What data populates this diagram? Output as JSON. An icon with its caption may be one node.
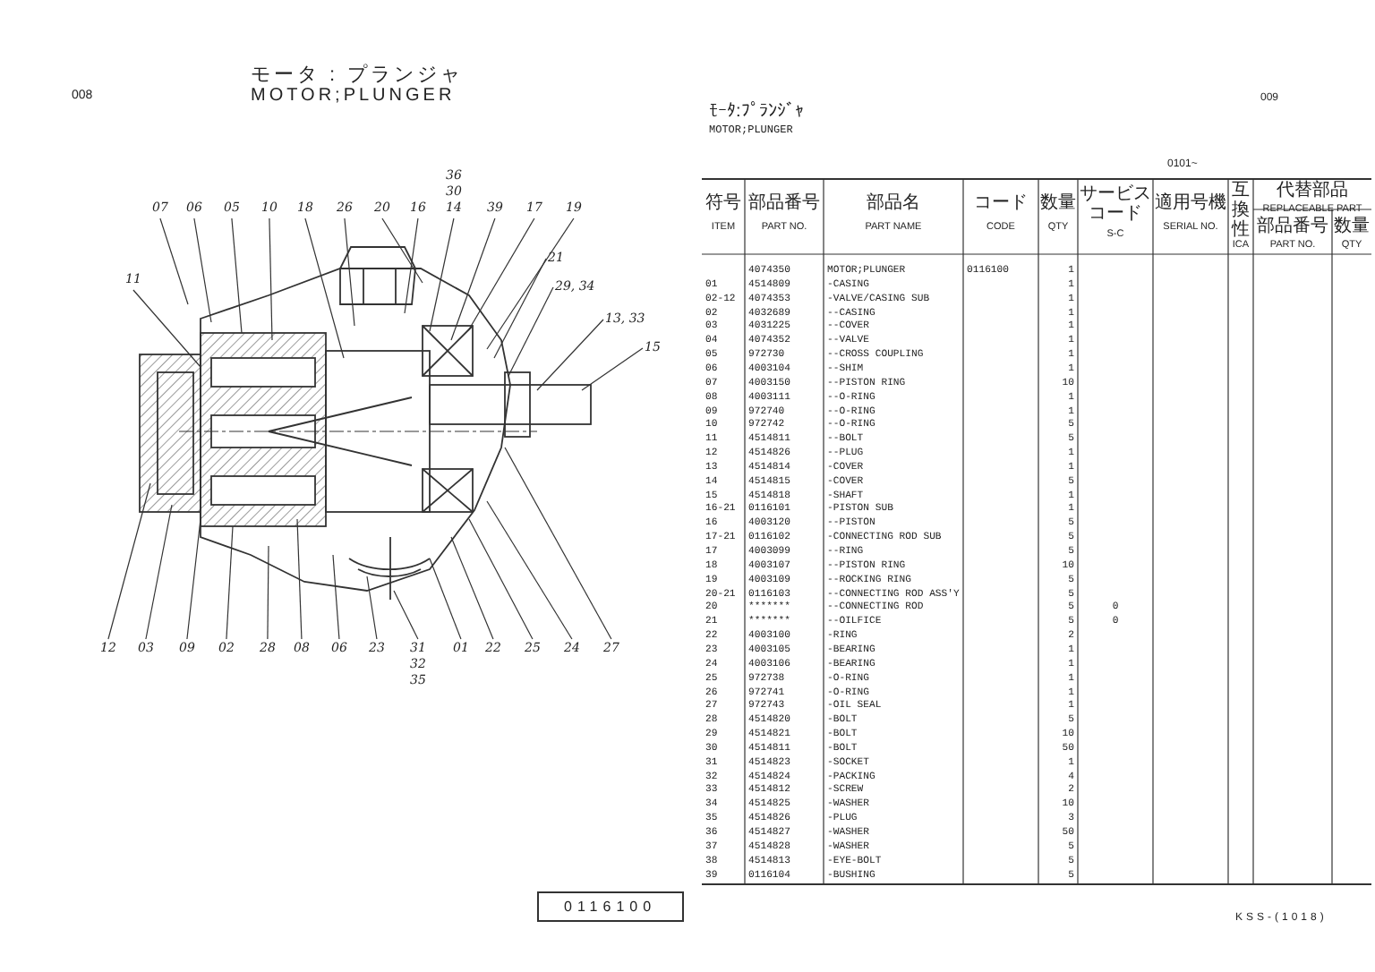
{
  "diagram": {
    "title": "モータ : プランジャ",
    "nodes": [
      {
        "text": [
          "07"
        ]
      },
      {
        "text": [
          "06"
        ]
      },
      {
        "text": [
          "05"
        ]
      },
      {
        "text": [
          "10"
        ]
      },
      {
        "text": [
          "18"
        ]
      },
      {
        "text": [
          "26"
        ]
      },
      {
        "text": [
          "20"
        ]
      },
      {
        "text": [
          "16"
        ]
      },
      {
        "text": [
          "36",
          "30",
          "14"
        ]
      },
      {
        "text": [
          "39"
        ]
      },
      {
        "text": [
          "17"
        ]
      },
      {
        "text": [
          "19"
        ]
      },
      {
        "text": [
          "21"
        ]
      },
      {
        "text": [
          "29, 34"
        ]
      },
      {
        "text": [
          "13, 33"
        ]
      },
      {
        "text": [
          "15"
        ]
      },
      {
        "text": [
          "11"
        ]
      },
      {
        "text": [
          "12"
        ]
      },
      {
        "text": [
          "03"
        ]
      },
      {
        "text": [
          "09"
        ]
      },
      {
        "text": [
          "02"
        ]
      },
      {
        "text": [
          "28"
        ]
      },
      {
        "text": [
          "08"
        ]
      },
      {
        "text": [
          "06"
        ]
      },
      {
        "text": [
          "23"
        ]
      },
      {
        "text": [
          "31",
          "32",
          "35"
        ]
      },
      {
        "text": [
          "01"
        ]
      },
      {
        "text": [
          "22"
        ]
      },
      {
        "text": [
          "25"
        ]
      },
      {
        "text": [
          "24"
        ]
      },
      {
        "text": [
          "27"
        ]
      }
    ],
    "edges": [
      {
        "from": 0,
        "to": null,
        "arrow": "none"
      },
      {
        "from": 1,
        "to": null,
        "arrow": "none"
      },
      {
        "from": 2,
        "to": null,
        "arrow": "none"
      },
      {
        "from": 3,
        "to": null,
        "arrow": "none"
      },
      {
        "from": 4,
        "to": null,
        "arrow": "none"
      },
      {
        "from": 5,
        "to": null,
        "arrow": "none"
      },
      {
        "from": 6,
        "to": null,
        "arrow": "none"
      },
      {
        "from": 7,
        "to": null,
        "arrow": "none"
      },
      {
        "from": 8,
        "to": null,
        "arrow": "none"
      },
      {
        "from": 9,
        "to": null,
        "arrow": "none"
      },
      {
        "from": 10,
        "to": null,
        "arrow": "none"
      },
      {
        "from": 11,
        "to": null,
        "arrow": "none"
      },
      {
        "from": 12,
        "to": null,
        "arrow": "none"
      },
      {
        "from": 13,
        "to": null,
        "arrow": "none"
      },
      {
        "from": 14,
        "to": null,
        "arrow": "none"
      },
      {
        "from": 15,
        "to": null,
        "arrow": "none"
      },
      {
        "from": 16,
        "to": null,
        "arrow": "none"
      },
      {
        "from": 17,
        "to": null,
        "arrow": "none"
      },
      {
        "from": 18,
        "to": null,
        "arrow": "none"
      },
      {
        "from": 19,
        "to": null,
        "arrow": "none"
      },
      {
        "from": 20,
        "to": null,
        "arrow": "none"
      },
      {
        "from": 21,
        "to": null,
        "arrow": "none"
      },
      {
        "from": 22,
        "to": null,
        "arrow": "none"
      },
      {
        "from": 23,
        "to": null,
        "arrow": "none"
      },
      {
        "from": 24,
        "to": null,
        "arrow": "none"
      },
      {
        "from": 25,
        "to": null,
        "arrow": "none"
      },
      {
        "from": 26,
        "to": null,
        "arrow": "none"
      },
      {
        "from": 27,
        "to": null,
        "arrow": "none"
      },
      {
        "from": 28,
        "to": null,
        "arrow": "none"
      },
      {
        "from": 29,
        "to": null,
        "arrow": "none"
      },
      {
        "from": 30,
        "to": null,
        "arrow": "none"
      }
    ],
    "labels": [
      "008",
      "MOTOR;PLUNGER",
      "009",
      "ﾓｰﾀ:ﾌﾟﾗﾝｼﾞｬ",
      "MOTOR;PLUNGER",
      "0101~",
      "符号",
      "ITEM",
      "部品番号",
      "PART NO.",
      "部品名",
      "PART NAME",
      "コード",
      "CODE",
      "数量",
      "QTY",
      "サービスコード",
      "S-C",
      "適用号機",
      "SERIAL NO.",
      "互換性",
      "ICA",
      "代替部品",
      "REPLACEABLE PART",
      "部品番号",
      "PART NO.",
      "数量",
      "QTY",
      "4074350",
      "MOTOR;PLUNGER",
      "0116100",
      "1",
      "01",
      "4514809",
      "-CASING",
      "1",
      "02-12",
      "4074353",
      "-VALVE/CASING SUB",
      "1",
      "02",
      "4032689",
      "--CASING",
      "1",
      "03",
      "4031225",
      "--COVER",
      "1",
      "04",
      "4074352",
      "--VALVE",
      "1",
      "05",
      "972730",
      "--CROSS COUPLING",
      "1",
      "06",
      "4003104",
      "--SHIM",
      "1",
      "07",
      "4003150",
      "--PISTON RING",
      "10",
      "08",
      "4003111",
      "--O-RING",
      "1",
      "09",
      "972740",
      "--O-RING",
      "1",
      "10",
      "972742",
      "--O-RING",
      "5",
      "11",
      "4514811",
      "--BOLT",
      "5",
      "12",
      "4514826",
      "--PLUG",
      "1",
      "13",
      "4514814",
      "-COVER",
      "1",
      "14",
      "4514815",
      "-COVER",
      "5",
      "15",
      "4514818",
      "-SHAFT",
      "1",
      "16-21",
      "0116101",
      "-PISTON SUB",
      "1",
      "16",
      "4003120",
      "--PISTON",
      "5",
      "17-21",
      "0116102",
      "-CONNECTING ROD SUB",
      "5",
      "17",
      "4003099",
      "--RING",
      "5",
      "18",
      "4003107",
      "--PISTON RING",
      "10",
      "19",
      "4003109",
      "--ROCKING RING",
      "5",
      "20-21",
      "0116103",
      "--CONNECTING ROD ASS'Y",
      "5",
      "20",
      "*******",
      "--CONNECTING ROD",
      "5",
      "0",
      "21",
      "*******",
      "--OILFICE",
      "5",
      "0",
      "22",
      "4003100",
      "-RING",
      "2",
      "23",
      "4003105",
      "-BEARING",
      "1",
      "24",
      "4003106",
      "-BEARING",
      "1",
      "25",
      "972738",
      "-O-RING",
      "1",
      "26",
      "972741",
      "-O-RING",
      "1",
      "27",
      "972743",
      "-OIL SEAL",
      "1",
      "28",
      "4514820",
      "-BOLT",
      "5",
      "29",
      "4514821",
      "-BOLT",
      "10",
      "30",
      "4514811",
      "-BOLT",
      "50",
      "31",
      "4514823",
      "-SOCKET",
      "1",
      "32",
      "4514824",
      "-PACKING",
      "4",
      "33",
      "4514812",
      "-SCREW",
      "2",
      "34",
      "4514825",
      "-WASHER",
      "10",
      "35",
      "4514826",
      "-PLUG",
      "3",
      "36",
      "4514827",
      "-WASHER",
      "50",
      "37",
      "4514828",
      "-WASHER",
      "5",
      "38",
      "4514813",
      "-EYE-BOLT",
      "5",
      "39",
      "0116104",
      "-BUSHING",
      "5",
      "0116100",
      "KSS-(1018)"
    ]
  }
}
